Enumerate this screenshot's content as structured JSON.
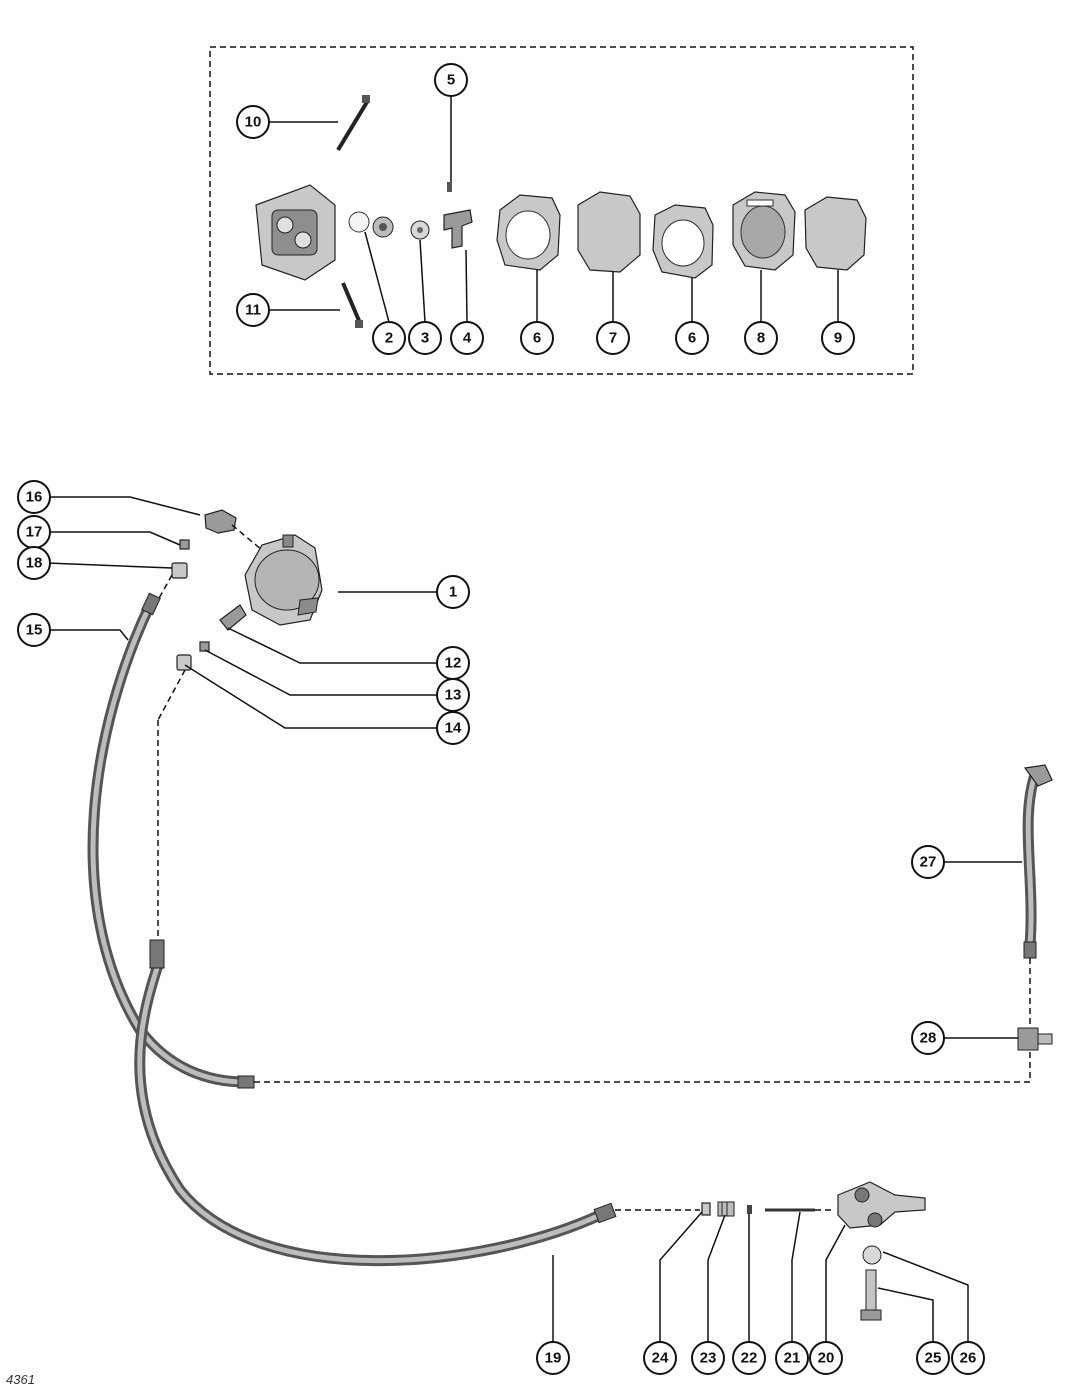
{
  "figure_number": "4361",
  "callouts": [
    {
      "id": "c1",
      "label": "1"
    },
    {
      "id": "c2",
      "label": "2"
    },
    {
      "id": "c3",
      "label": "3"
    },
    {
      "id": "c4",
      "label": "4"
    },
    {
      "id": "c5",
      "label": "5"
    },
    {
      "id": "c6a",
      "label": "6"
    },
    {
      "id": "c7",
      "label": "7"
    },
    {
      "id": "c6b",
      "label": "6"
    },
    {
      "id": "c8",
      "label": "8"
    },
    {
      "id": "c9",
      "label": "9"
    },
    {
      "id": "c10",
      "label": "10"
    },
    {
      "id": "c11",
      "label": "11"
    },
    {
      "id": "c12",
      "label": "12"
    },
    {
      "id": "c13",
      "label": "13"
    },
    {
      "id": "c14",
      "label": "14"
    },
    {
      "id": "c15",
      "label": "15"
    },
    {
      "id": "c16",
      "label": "16"
    },
    {
      "id": "c17",
      "label": "17"
    },
    {
      "id": "c18",
      "label": "18"
    },
    {
      "id": "c19",
      "label": "19"
    },
    {
      "id": "c20",
      "label": "20"
    },
    {
      "id": "c21",
      "label": "21"
    },
    {
      "id": "c22",
      "label": "22"
    },
    {
      "id": "c23",
      "label": "23"
    },
    {
      "id": "c24",
      "label": "24"
    },
    {
      "id": "c25",
      "label": "25"
    },
    {
      "id": "c26",
      "label": "26"
    },
    {
      "id": "c27",
      "label": "27"
    },
    {
      "id": "c28",
      "label": "28"
    }
  ]
}
